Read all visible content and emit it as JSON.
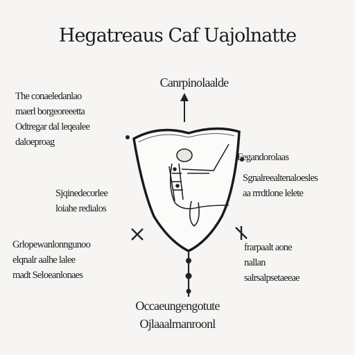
{
  "title": "Hegatreaus Caf Uajolnatte",
  "labels": {
    "top": "Canrpinolaalde",
    "upper_left": "The conaeledanlao\nmaerl borgeoreeetta\nOdtregar dal leqealee\ndaloeproag",
    "middle_left": "Sjqinedecorlee\nloiahe redialos",
    "lower_left": "Grlopewanlonngunoo\nelqnalr aalhe lalee\nmadt Seloeanlonaes",
    "upper_right": "Fegandorolaas",
    "middle_right": "Sgnalreealtenaloesles\naa rrrdtlone lelete",
    "lower_right": "frarpaalt aone\nnallan\nsalrsalpsetaeeae",
    "bottom": "Occaeungengotute\nOjlaaalmanroonl"
  },
  "icons": [
    "shield-icon",
    "banner-icon",
    "arrow-up-icon",
    "cross-mark-icon",
    "staff-icon"
  ]
}
